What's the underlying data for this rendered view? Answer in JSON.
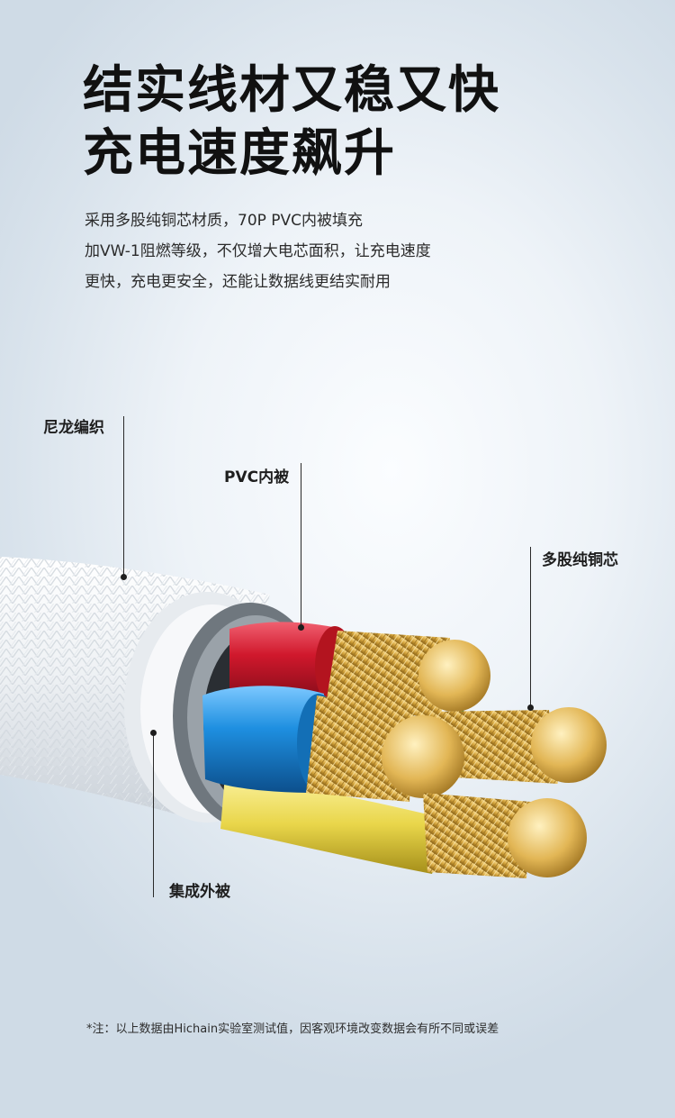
{
  "headline": {
    "line1": "结实线材又稳又快",
    "line2": "充电速度飙升"
  },
  "description": {
    "line1": "采用多股纯铜芯材质，70P PVC内被填充",
    "line2": "加VW-1阻燃等级，不仅增大电芯面积，让充电速度",
    "line3": "更快，充电更安全，还能让数据线更结实耐用"
  },
  "callouts": {
    "nylon_braid": "尼龙编织",
    "pvc_inner": "PVC内被",
    "copper_core": "多股纯铜芯",
    "outer_jacket": "集成外被"
  },
  "footnote": "*注：以上数据由Hichain实验室测试值，因客观环境改变数据会有所不同或误差",
  "colors": {
    "wire_red": "#d0182c",
    "wire_blue": "#1e8fe0",
    "wire_yellow": "#e9d64a",
    "copper": "#d4a43c",
    "jacket": "#f4f6f8"
  }
}
